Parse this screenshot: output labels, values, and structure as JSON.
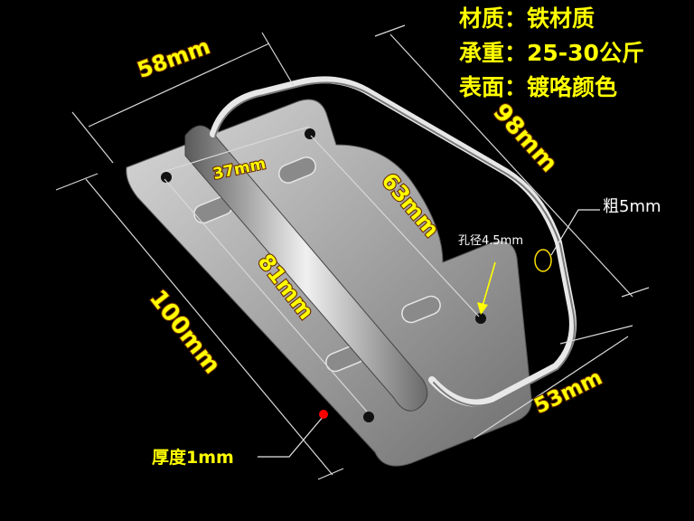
{
  "specs": [
    "材质：铁材质",
    "承重：25-30公斤",
    "表面：镀咯颜色"
  ],
  "dimensions": {
    "width_top": "58mm",
    "handle_length": "98mm",
    "hole_horizontal": "37mm",
    "hole_diagonal": "63mm",
    "hole_vertical": "81mm",
    "plate_length": "100mm",
    "handle_depth": "53mm",
    "wire_thickness": "粗5mm",
    "hole_diameter": "孔径4.5mm",
    "plate_thickness": "厚度1mm"
  },
  "colors": {
    "background": "#000000",
    "spec_text": "#ffff00",
    "dimension_text": "#ffff00",
    "dimension_outline": "#6a2a00",
    "marker": "#ff0000"
  }
}
